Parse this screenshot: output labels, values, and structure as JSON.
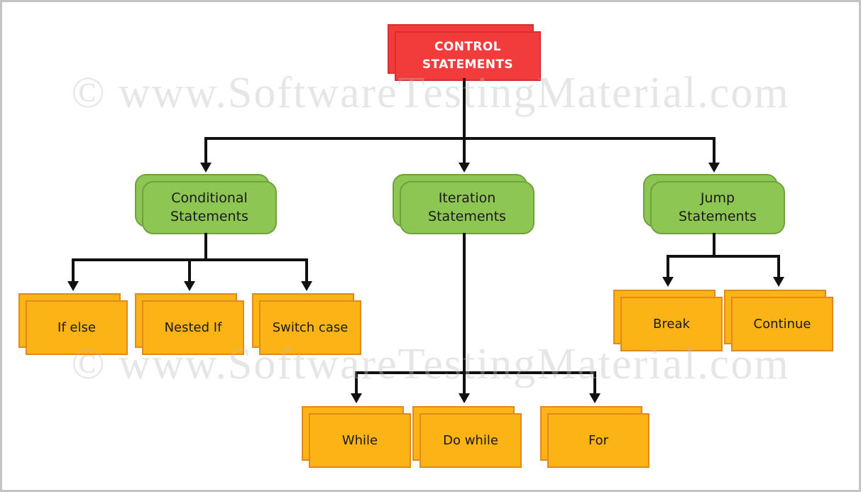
{
  "title": "Control Statements hierarchy diagram",
  "nodes": {
    "control": {
      "label": "CONTROL STATEMENTS"
    },
    "conditional": {
      "label": "Conditional Statements"
    },
    "iteration": {
      "label": "Iteration Statements"
    },
    "jump": {
      "label": "Jump Statements"
    },
    "if_else": {
      "label": "If else"
    },
    "nested_if": {
      "label": "Nested If"
    },
    "switch_case": {
      "label": "Switch case"
    },
    "while": {
      "label": "While"
    },
    "do_while": {
      "label": "Do while"
    },
    "for": {
      "label": "For"
    },
    "break": {
      "label": "Break"
    },
    "continue": {
      "label": "Continue"
    }
  },
  "hierarchy": {
    "CONTROL STATEMENTS": [
      "Conditional Statements",
      "Iteration Statements",
      "Jump Statements"
    ],
    "Conditional Statements": [
      "If else",
      "Nested If",
      "Switch case"
    ],
    "Iteration Statements": [
      "While",
      "Do while",
      "For"
    ],
    "Jump Statements": [
      "Break",
      "Continue"
    ]
  },
  "watermark": {
    "text": "© www.SoftwareTestingMaterial.com"
  },
  "colors": {
    "root_fill": "#f23c3c",
    "root_border": "#d92f2f",
    "root_text": "#ffffff",
    "branch_fill": "#8dc653",
    "branch_border": "#6fa23c",
    "leaf_fill": "#fcb316",
    "leaf_border": "#e08a1e",
    "node_text": "#1a1a1a",
    "connector": "#111111",
    "watermark": "rgba(190,190,190,0.38)",
    "page_border": "#c4c4c4"
  }
}
